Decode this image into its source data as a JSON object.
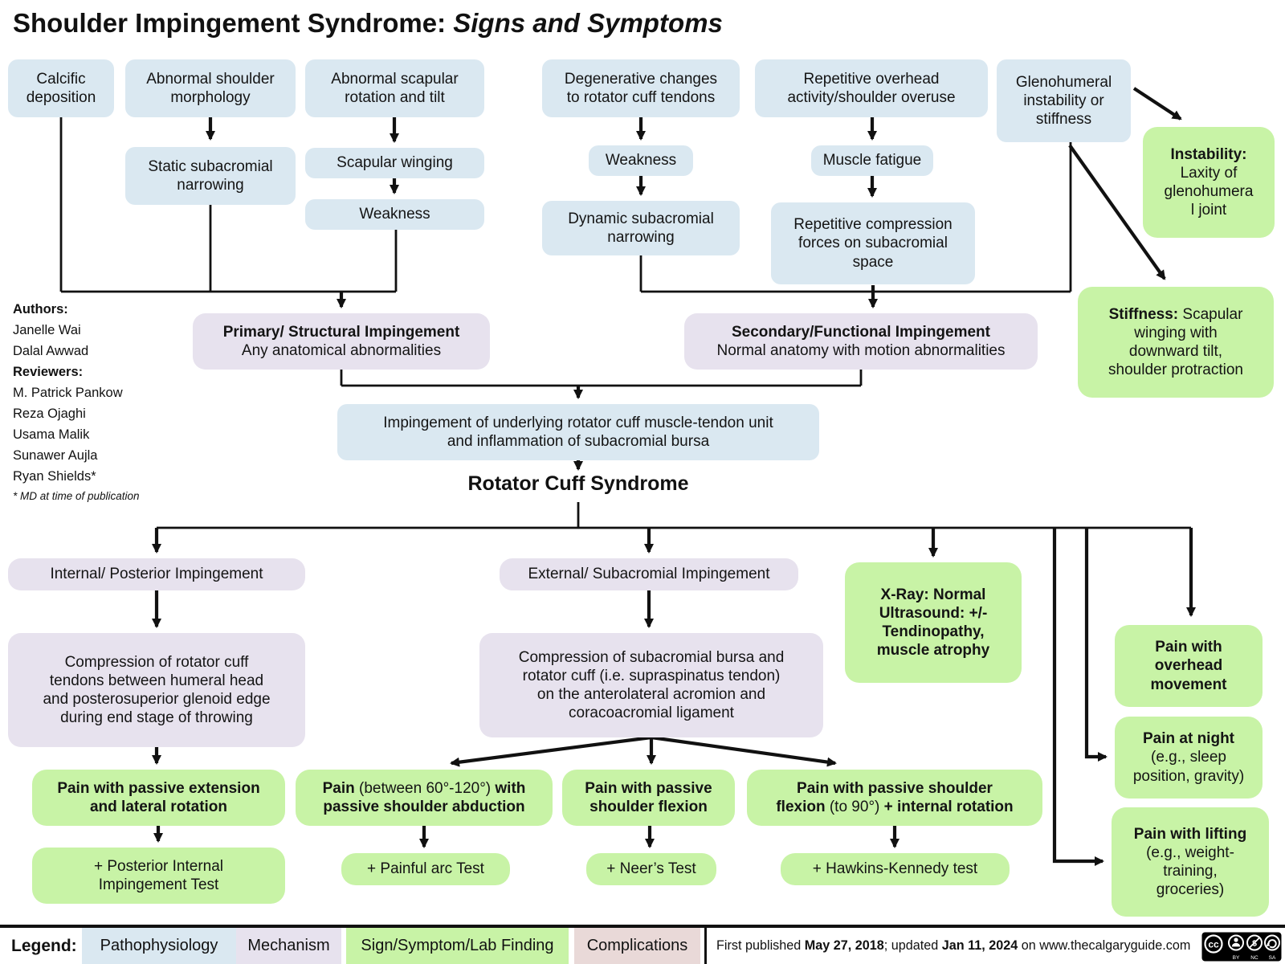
{
  "title": {
    "main": "Shoulder Impingement Syndrome: ",
    "emphasis": "Signs and Symptoms"
  },
  "colors": {
    "pathophysiology_blue": "#dae8f1",
    "mechanism_purple": "#e7e2ee",
    "sign_symptom_green": "#c8f3a6",
    "complications_pink": "#e9d9d8",
    "line_black": "#111111"
  },
  "authors": {
    "authors_label": "Authors:",
    "author_1": "Janelle Wai",
    "author_2": "Dalal Awwad",
    "reviewers_label": "Reviewers:",
    "reviewer_1": "M. Patrick Pankow",
    "reviewer_2": "Reza Ojaghi",
    "reviewer_3": "Usama Malik",
    "reviewer_4": "Sunawer Aujla",
    "reviewer_5": "Ryan Shields*",
    "footnote": "* MD at time of publication"
  },
  "pathophysiology": {
    "calcific": "Calcific\ndeposition",
    "abnormal_morphology": "Abnormal shoulder\nmorphology",
    "abnormal_scapular": "Abnormal scapular\nrotation and tilt",
    "degenerative": "Degenerative changes\nto rotator cuff tendons",
    "repetitive_overhead": "Repetitive overhead\nactivity/shoulder overuse",
    "glenohumeral": "Glenohumeral\ninstability or\nstiffness",
    "static_subacromial": "Static subacromial\nnarrowing",
    "scapular_winging": "Scapular winging",
    "weakness_scapular": "Weakness",
    "weakness_degenerative": "Weakness",
    "muscle_fatigue": "Muscle fatigue",
    "dynamic_subacromial": "Dynamic subacromial\nnarrowing",
    "repetitive_compression": "Repetitive compression\nforces on subacromial\nspace",
    "impingement_bursa": "Impingement of underlying rotator cuff muscle-tendon unit\nand inflammation of subacromial bursa"
  },
  "mechanism": {
    "primary": {
      "title": "Primary/ Structural Impingement",
      "sub": "Any anatomical abnormalities"
    },
    "secondary": {
      "title": "Secondary/Functional Impingement",
      "sub": "Normal anatomy with motion abnormalities"
    },
    "internal": "Internal/ Posterior Impingement",
    "external": "External/ Subacromial Impingement",
    "compression_internal": "Compression of rotator cuff\ntendons between humeral head\nand posterosuperior glenoid edge\nduring end stage of throwing",
    "compression_external": "Compression of subacromial bursa and\nrotator cuff (i.e. supraspinatus tendon)\non the anterolateral acromion and\ncoracoacromial ligament"
  },
  "heading": {
    "rotator_cuff": "Rotator Cuff Syndrome"
  },
  "signs": {
    "instability": {
      "title": "Instability:",
      "sub": "Laxity of\nglenohumera\nl joint"
    },
    "stiffness": {
      "bold": "Stiffness:",
      "rest": " Scapular\nwinging with\ndownward tilt,\nshoulder protraction"
    },
    "xray": "X-Ray: Normal\nUltrasound: +/-\nTendinopathy,\nmuscle atrophy",
    "pain_overhead": "Pain with\noverhead\nmovement",
    "pain_night": {
      "title": "Pain at night",
      "sub": "(e.g., sleep\nposition, gravity)"
    },
    "pain_lifting": {
      "title": "Pain with lifting",
      "sub": "(e.g., weight-\ntraining,\ngroceries)"
    },
    "pain_extension": "Pain with passive extension\nand lateral rotation",
    "pain_abduction": {
      "b1": "Pain ",
      "n1": "(between 60°-120°) ",
      "b2": "with",
      "b3": "passive shoulder abduction"
    },
    "pain_flexion": "Pain with passive\nshoulder flexion",
    "pain_flexion90": {
      "l1": "Pain with passive shoulder",
      "b1": "flexion ",
      "n1": "(to 90°) ",
      "b2": "+ internal rotation"
    },
    "posterior_test": "+ Posterior Internal\nImpingement Test",
    "painful_arc_test": "+ Painful arc Test",
    "neers_test": "+ Neer’s Test",
    "hawkins_test": "+ Hawkins-Kennedy test"
  },
  "legend": {
    "label": "Legend:",
    "pathophysiology": "Pathophysiology",
    "mechanism": "Mechanism",
    "sign_symptom": "Sign/Symptom/Lab Finding",
    "complications": "Complications"
  },
  "footer": {
    "prefix": "First published ",
    "date_published": "May 27, 2018",
    "middle": "; updated ",
    "date_updated": "Jan 11, 2024",
    "suffix": " on www.thecalgaryguide.com",
    "badge_cc": "cc",
    "badge_nc_symbol": "$",
    "badge_by": "BY",
    "badge_nc": "NC",
    "badge_sa": "SA"
  }
}
